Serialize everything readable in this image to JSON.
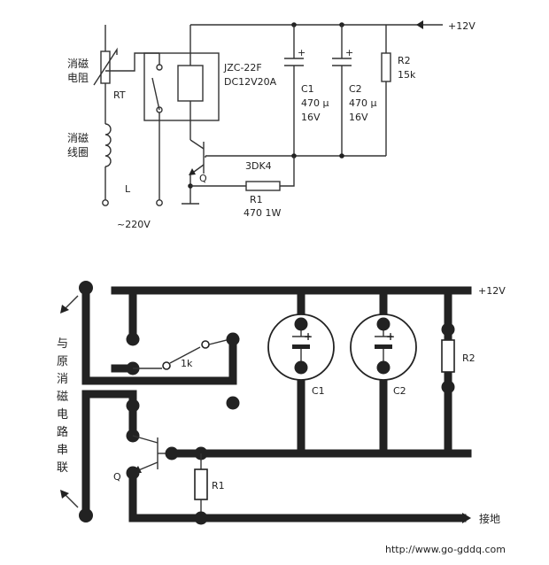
{
  "schematic": {
    "rt_label_1": "消磁",
    "rt_label_2": "电阻",
    "rt_ref": "RT",
    "coil_label_1": "消磁",
    "coil_label_2": "线圈",
    "l_label": "L",
    "ac_label": "~220V",
    "relay_model": "JZC-22F",
    "relay_rating": "DC12V20A",
    "c1_ref": "C1",
    "c1_value": "470 μ",
    "c1_voltage": "16V",
    "c2_ref": "C2",
    "c2_value": "470 μ",
    "c2_voltage": "16V",
    "r2_ref": "R2",
    "r2_value": "15k",
    "supply_label": "+12V",
    "transistor_model": "3DK4",
    "q_ref": "Q",
    "r1_ref": "R1",
    "r1_value": "470 1W"
  },
  "pcb": {
    "supply_label": "+12V",
    "side_note": [
      "与",
      "原",
      "消",
      "磁",
      "电",
      "路",
      "串",
      "联"
    ],
    "relay_label": "1k",
    "c1_ref": "C1",
    "c2_ref": "C2",
    "r2_ref": "R2",
    "q_ref": "Q",
    "r1_ref": "R1",
    "ground_label": "接地"
  },
  "footer": {
    "url": "http://www.go-gddq.com"
  }
}
